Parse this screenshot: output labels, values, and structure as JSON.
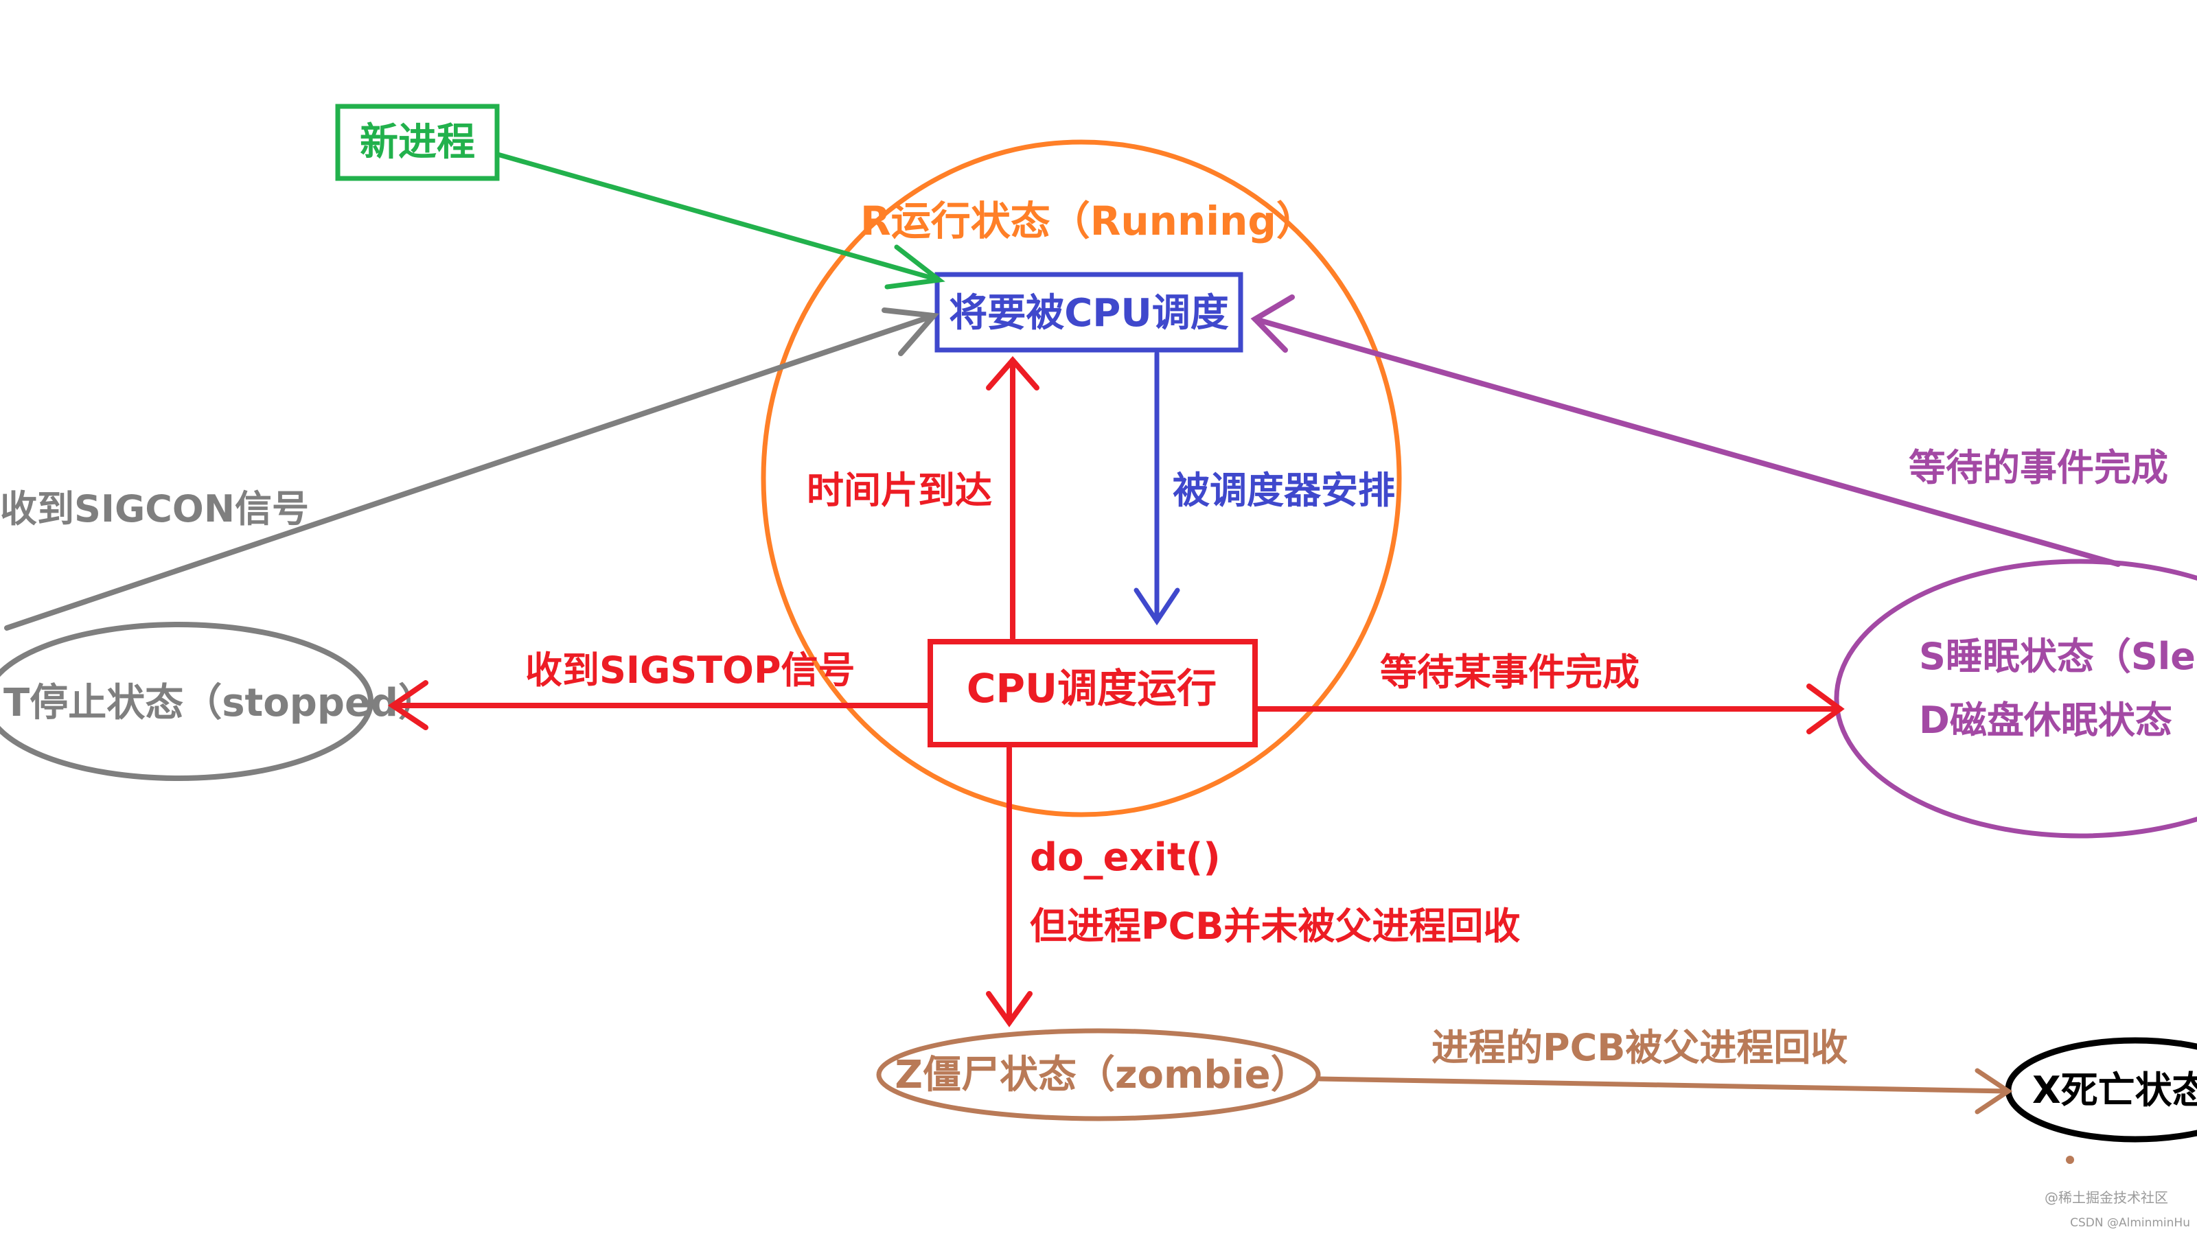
{
  "colors": {
    "green": "#22b14c",
    "blue": "#3f48cc",
    "orange": "#ff7f27",
    "red": "#ed1c24",
    "purple": "#a349a4",
    "gray": "#7f7f7f",
    "brown": "#b97a57",
    "black": "#000000"
  },
  "nodes": {
    "new_process": "新进程",
    "running_label": "R运行状态（Running）",
    "to_be_scheduled": "将要被CPU调度",
    "cpu_running": "CPU调度运行",
    "stopped": "T停止状态（stopped）",
    "sleeping_line1": "S睡眠状态（Sleeping）",
    "sleeping_line2": "D磁盘休眠状态",
    "zombie": "Z僵尸状态（zombie）",
    "dead": "X死亡状态"
  },
  "edges": {
    "time_slice": "时间片到达",
    "scheduled_by": "被调度器安排",
    "sigcont": "收到SIGCON信号",
    "sigstop": "收到SIGSTOP信号",
    "wait_event": "等待某事件完成",
    "event_done": "等待的事件完成",
    "do_exit": "do_exit()",
    "not_reaped": "但进程PCB并未被父进程回收",
    "reaped": "进程的PCB被父进程回收"
  },
  "watermark": {
    "line1": "@稀土掘金技术社区",
    "line2": "CSDN @AlminminHu"
  }
}
